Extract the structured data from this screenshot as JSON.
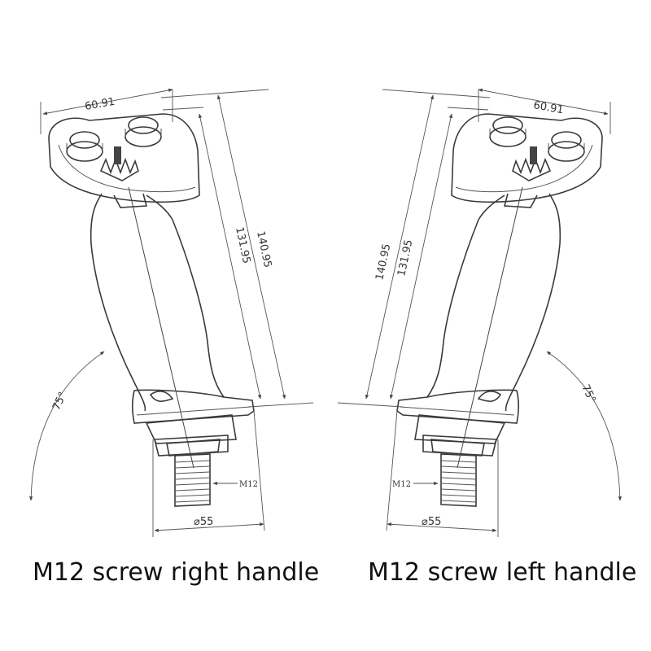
{
  "right_handle": {
    "caption": "M12 screw right handle",
    "dim_top_width": "60.91",
    "dim_height_outer": "140.95",
    "dim_height_inner": "131.95",
    "dim_angle": "75°",
    "dim_thread": "M12",
    "dim_base_diameter": "⌀55"
  },
  "left_handle": {
    "caption": "M12 screw left handle",
    "dim_top_width": "60.91",
    "dim_height_outer": "140.95",
    "dim_height_inner": "131.95",
    "dim_angle": "75°",
    "dim_thread": "M12",
    "dim_base_diameter": "⌀55"
  }
}
